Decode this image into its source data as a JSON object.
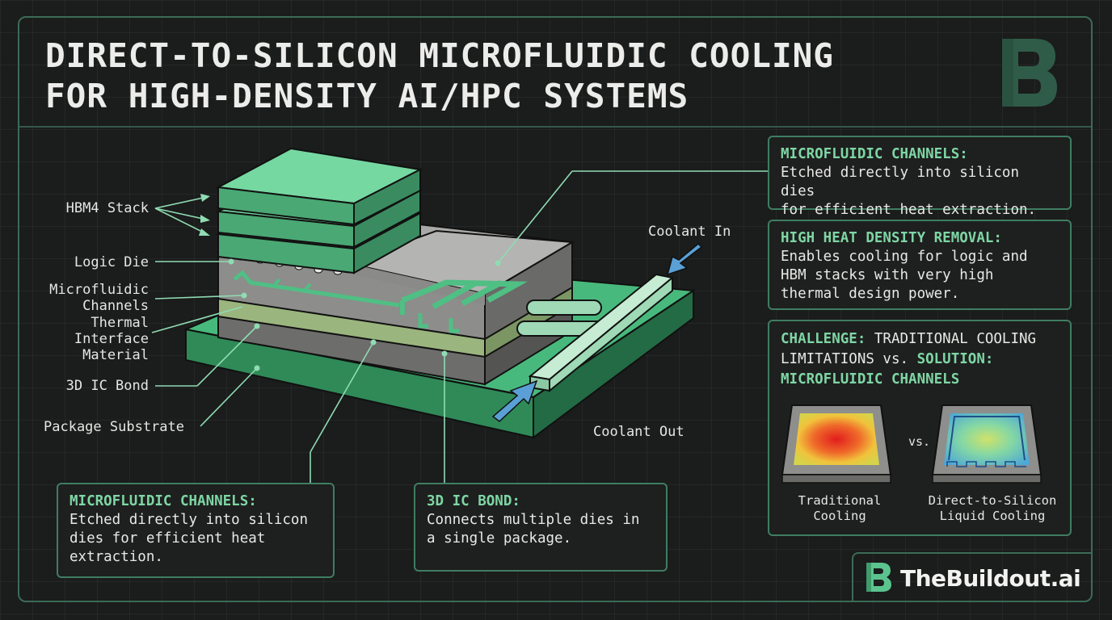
{
  "title": {
    "line1": "DIRECT-TO-SILICON MICROFLUIDIC COOLING",
    "line2": "FOR HIGH-DENSITY AI/HPC SYSTEMS"
  },
  "labels": {
    "hbm4_stack": "HBM4 Stack",
    "logic_die": "Logic Die",
    "microfluidic_line1": "Microfluidic",
    "microfluidic_line2": "Channels",
    "tim_line1": "Thermal",
    "tim_line2": "Interface",
    "tim_line3": "Material",
    "ic_bond": "3D IC Bond",
    "substrate": "Package Substrate",
    "coolant_in": "Coolant In",
    "coolant_out": "Coolant Out"
  },
  "boxes": {
    "top_right": {
      "heading": "MICROFLUIDIC CHANNELS:",
      "line1": "Etched directly into silicon dies",
      "line2": "for efficient heat extraction."
    },
    "heat_density": {
      "heading": "HIGH HEAT DENSITY REMOVAL:",
      "line1": "Enables cooling for logic and",
      "line2": "HBM stacks with very high",
      "line3": "thermal design power."
    },
    "challenge": {
      "challenge_word": "CHALLENGE:",
      "challenge_text": " TRADITIONAL COOLING",
      "line2_text": "LIMITATIONS vs. ",
      "solution_word": "SOLUTION:",
      "line3": "MICROFLUIDIC CHANNELS",
      "vs": "vs.",
      "left_caption_1": "Traditional",
      "left_caption_2": "Cooling",
      "right_caption_1": "Direct-to-Silicon",
      "right_caption_2": "Liquid Cooling"
    },
    "bottom_left": {
      "heading": "MICROFLUIDIC CHANNELS:",
      "line1": "Etched directly into silicon",
      "line2": "dies for efficient heat",
      "line3": "extraction."
    },
    "bottom_mid": {
      "heading": "3D IC BOND:",
      "line1": "Connects multiple dies in",
      "line2": "a single package."
    }
  },
  "brand": {
    "name": "TheBuildout.ai"
  },
  "colors": {
    "accent": "#7ed6a4",
    "hbm_green": "#63c78f",
    "substrate_green": "#3fae72",
    "die_gray": "#9c9c9c",
    "background": "#1b1c1c"
  }
}
